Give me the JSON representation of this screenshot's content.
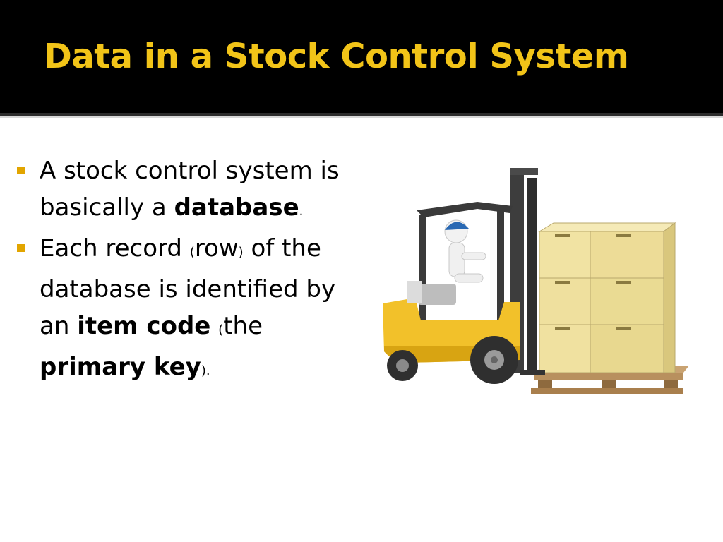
{
  "slide": {
    "title": "Data in a Stock Control System",
    "colors": {
      "title_bar": "#000000",
      "title_text": "#f2c418",
      "bullet": "#e2a500"
    },
    "bullets": [
      {
        "text_1": "A stock control system is basically a ",
        "bold_1": "database",
        "tail": "."
      },
      {
        "text_1": "Each record ",
        "paren_open": "(",
        "text_2": "row",
        "paren_close": ")",
        "text_3": " of the database is identified by an ",
        "bold_1": "item code",
        "text_4": " ",
        "paren_open_2": "(",
        "text_5": "the ",
        "bold_2": "primary key",
        "tail": ")."
      }
    ],
    "image": {
      "icon": "forklift-with-boxes-icon"
    }
  }
}
